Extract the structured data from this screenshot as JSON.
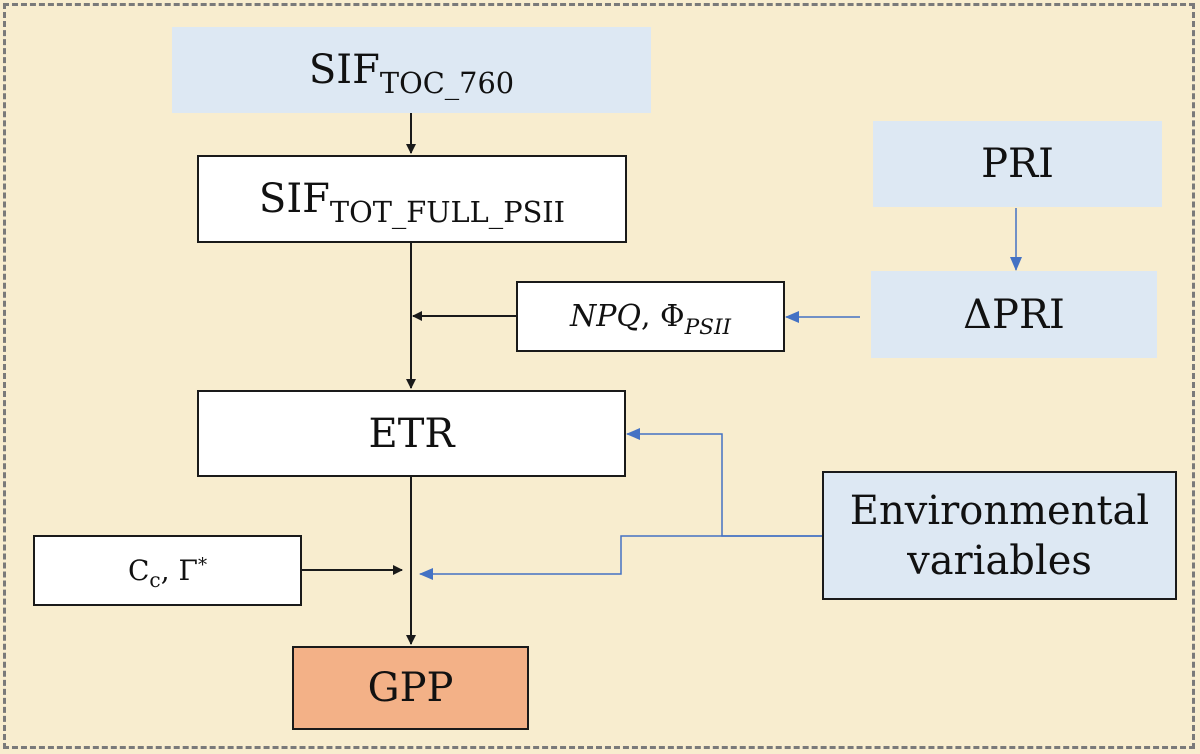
{
  "nodes": {
    "sif_toc": {
      "main": "SIF",
      "sub": "TOC_760"
    },
    "sif_tot": {
      "main": "SIF",
      "sub": "TOT_FULL_PSII"
    },
    "npq": {
      "npq": "NPQ",
      "sep": ", ",
      "phi": "Φ",
      "phi_sub": "PSII"
    },
    "pri": {
      "label": "PRI"
    },
    "dpri": {
      "label": "ΔPRI"
    },
    "etr": {
      "label": "ETR"
    },
    "env": {
      "line1": "Environmental",
      "line2": "variables"
    },
    "cc": {
      "c": "C",
      "c_sub": "c",
      "sep": ", ",
      "gamma": "Γ",
      "gamma_sup": "*"
    },
    "gpp": {
      "label": "GPP"
    }
  },
  "colors": {
    "background": "#f8edcf",
    "blue_box": "#dde8f3",
    "gpp_box": "#f3b187",
    "black_arrow": "#1a1a1a",
    "blue_arrow": "#4472c4"
  }
}
